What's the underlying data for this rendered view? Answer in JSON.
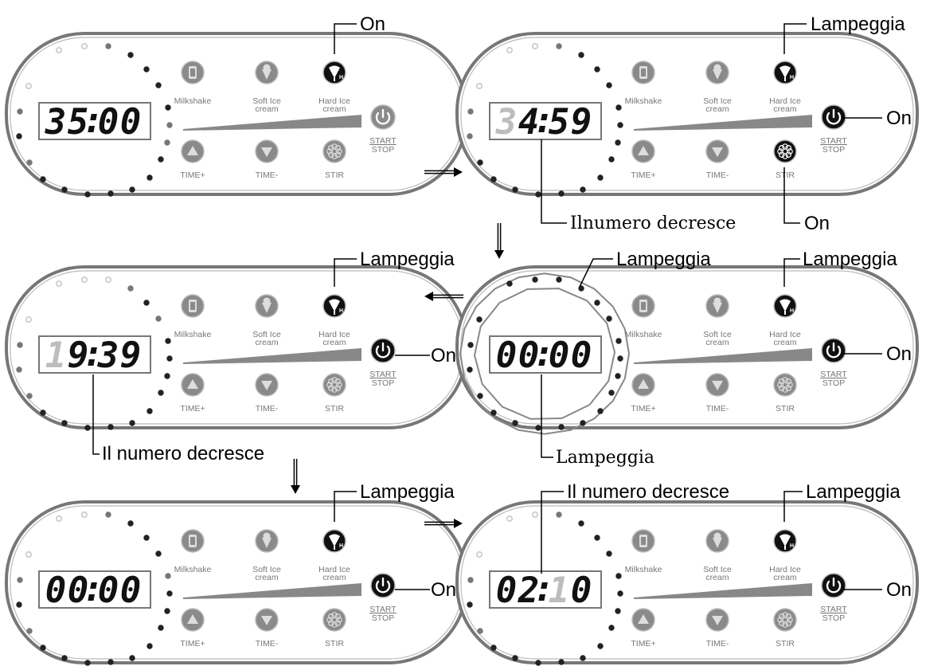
{
  "colors": {
    "frame": "#777777",
    "digit_on": "#111111",
    "digit_dim": "#bdbdbd",
    "icon_grey": "#8a8a8a",
    "icon_black": "#111111",
    "led_light": "#c8c8c8",
    "led_mid": "#777777",
    "led_dark": "#222222"
  },
  "buttons": {
    "milkshake": "Milkshake",
    "soft_ice_cream": [
      "Soft Ice",
      "cream"
    ],
    "hard_ice_cream": [
      "Hard Ice",
      "cream"
    ],
    "time_plus": "TIME+",
    "time_minus": "TIME-",
    "stir": "STIR",
    "start": "START",
    "stop": "STOP"
  },
  "panels": [
    {
      "id": "p1",
      "digits": [
        "3",
        "5",
        "0",
        "0"
      ],
      "dim_digits": [],
      "power_active": false,
      "stir_active": false,
      "flash_ring": false,
      "leds": [
        "L",
        "L",
        "M",
        "D",
        "D",
        "D",
        "D",
        "M",
        "M",
        "D",
        "D",
        "D",
        "D",
        "D",
        "D",
        "D",
        "M",
        "D",
        "M",
        "L"
      ]
    },
    {
      "id": "p2",
      "digits": [
        "3",
        "4",
        "5",
        "9"
      ],
      "dim_digits": [
        0
      ],
      "power_active": true,
      "stir_active": true,
      "flash_ring": false,
      "leds": [
        "L",
        "L",
        "M",
        "D",
        "D",
        "D",
        "D",
        "D",
        "D",
        "D",
        "D",
        "D",
        "D",
        "D",
        "D",
        "D",
        "D",
        "M",
        "M",
        "L"
      ]
    },
    {
      "id": "p3",
      "digits": [
        "1",
        "9",
        "3",
        "9"
      ],
      "dim_digits": [
        0
      ],
      "power_active": true,
      "stir_active": false,
      "flash_ring": false,
      "leds": [
        "L",
        "L",
        "L",
        "M",
        "D",
        "M",
        "D",
        "D",
        "D",
        "D",
        "D",
        "D",
        "D",
        "D",
        "D",
        "D",
        "M",
        "M",
        "M",
        "L"
      ]
    },
    {
      "id": "p4",
      "digits": [
        "0",
        "0",
        "0",
        "0"
      ],
      "dim_digits": [],
      "power_active": true,
      "stir_active": false,
      "flash_ring": true,
      "leds": [
        "D",
        "D",
        "D",
        "D",
        "D",
        "D",
        "D",
        "D",
        "D",
        "D",
        "D",
        "D",
        "D",
        "D",
        "D",
        "D",
        "D",
        "D",
        "D",
        "D"
      ]
    },
    {
      "id": "p5",
      "digits": [
        "0",
        "0",
        "0",
        "0"
      ],
      "dim_digits": [],
      "power_active": true,
      "stir_active": false,
      "flash_ring": false,
      "leds": [
        "L",
        "L",
        "M",
        "D",
        "D",
        "D",
        "M",
        "D",
        "D",
        "D",
        "D",
        "D",
        "D",
        "D",
        "D",
        "D",
        "M",
        "D",
        "M",
        "L"
      ]
    },
    {
      "id": "p6",
      "digits": [
        "0",
        "2",
        "1",
        "0"
      ],
      "dim_digits": [
        2
      ],
      "power_active": true,
      "stir_active": false,
      "flash_ring": false,
      "leds": [
        "L",
        "L",
        "M",
        "D",
        "D",
        "D",
        "D",
        "D",
        "D",
        "D",
        "D",
        "D",
        "D",
        "D",
        "D",
        "D",
        "M",
        "D",
        "M",
        "L"
      ]
    }
  ],
  "annotations": {
    "p1_hard": "On",
    "p2_hard": "Lampeggia",
    "p2_power": "On",
    "p2_digits": "Ilnumero decresce",
    "p2_stir": "On",
    "p3_hard": "Lampeggia",
    "p3_power": "On",
    "p3_digits": "Il numero decresce",
    "p4_ring": "Lampeggia",
    "p4_hard": "Lampeggia",
    "p4_power": "On",
    "p4_digits": "Lampeggia",
    "p5_hard": "Lampeggia",
    "p5_power": "On",
    "p6_digits": "Il numero decresce",
    "p6_hard": "Lampeggia",
    "p6_power": "On"
  }
}
